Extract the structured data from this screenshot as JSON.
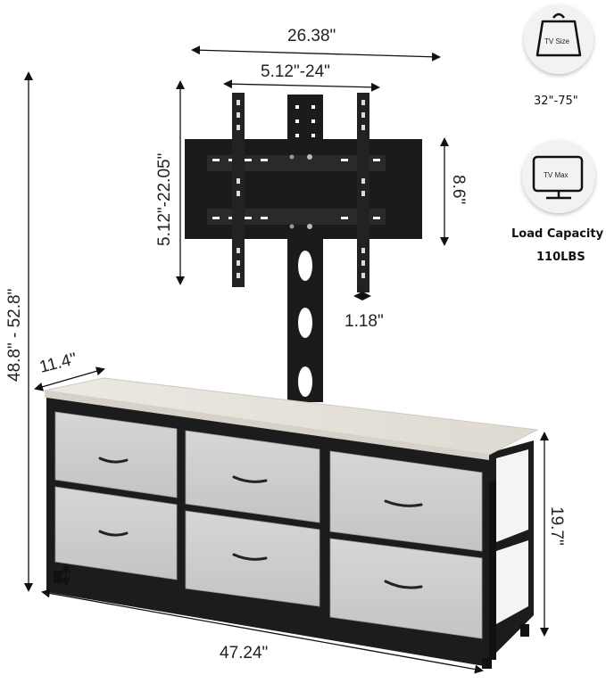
{
  "dimensions": {
    "mount_width": "26.38\"",
    "vesa_horizontal": "5.12\"-24\"",
    "vesa_vertical": "5.12\"-22.05\"",
    "bracket_height": "8.6\"",
    "bracket_depth": "1.18\"",
    "total_height": "48.8\" - 52.8\"",
    "depth": "11.4\"",
    "dresser_height": "19.7\"",
    "width": "47.24\""
  },
  "specs": {
    "tv_size_badge": "TV Size",
    "tv_size_range": "32\"-75\"",
    "tv_max_badge": "TV Max",
    "load_capacity_label": "Load Capacity",
    "load_capacity_value": "110LBS"
  },
  "colors": {
    "frame": "#1c1c1c",
    "drawer_fabric": "#cfcfcf",
    "top_board": "#e4e0d8",
    "text": "#222222"
  }
}
